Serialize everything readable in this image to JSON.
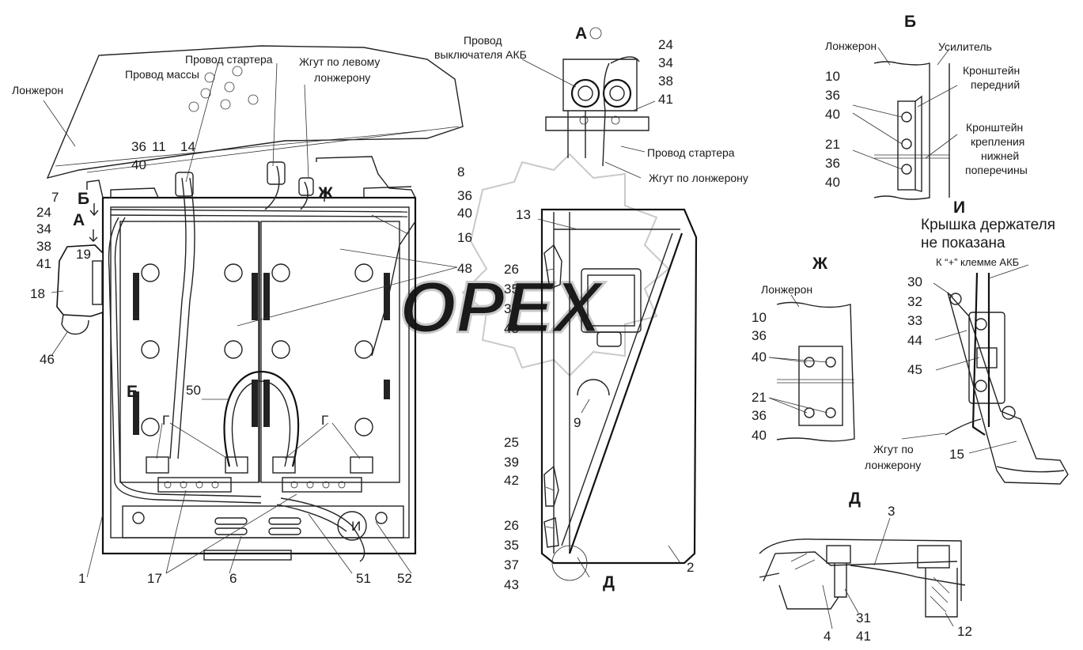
{
  "watermark": "OPEX",
  "views": {
    "A": "А",
    "B": "Б",
    "Zh": "Ж",
    "I": "И",
    "D": "Д"
  },
  "main_labels": {
    "lonzheron": "Лонжерон",
    "provod_startera": "Провод стартера",
    "provod_massy": "Провод массы",
    "zhgut_lev_1": "Жгут по левому",
    "zhgut_lev_2": "лонжерону",
    "marker_A": "А",
    "marker_B": "Б",
    "marker_Zh": "Ж",
    "marker_E": "Е",
    "marker_G1": "Г",
    "marker_G2": "Г",
    "marker_I": "И",
    "marker_D": "Д"
  },
  "main_numbers": {
    "n36": "36",
    "n40": "40",
    "n11": "11",
    "n14": "14",
    "n7": "7",
    "n24": "24",
    "n34": "34",
    "n38": "38",
    "n41": "41",
    "n19": "19",
    "n18": "18",
    "n46": "46",
    "n8": "8",
    "n36b": "36",
    "n40b": "40",
    "n16": "16",
    "n48": "48",
    "n50": "50",
    "n1": "1",
    "n17": "17",
    "n6": "6",
    "n51": "51",
    "n52": "52"
  },
  "side_labels": {
    "n13": "13",
    "n26": "26",
    "n35": "35",
    "n37": "37",
    "n43": "43",
    "n9": "9",
    "n25": "25",
    "n39": "39",
    "n42": "42",
    "n26b": "26",
    "n35b": "35",
    "n37b": "37",
    "n43b": "43",
    "n2": "2"
  },
  "view_A": {
    "provod_vykl_1": "Провод",
    "provod_vykl_2": "выключателя АКБ",
    "provod_startera": "Провод стартера",
    "zhgut": "Жгут по лонжерону",
    "n24": "24",
    "n34": "34",
    "n38": "38",
    "n41": "41"
  },
  "view_B": {
    "lonzheron": "Лонжерон",
    "usilitel": "Усилитель",
    "kr_per_1": "Кронштейн",
    "kr_per_2": "передний",
    "kr_kr_1": "Кронштейн",
    "kr_kr_2": "крепления",
    "kr_kr_3": "нижней",
    "kr_kr_4": "поперечины",
    "n10": "10",
    "n36": "36",
    "n40": "40",
    "n21": "21",
    "n36b": "36",
    "n40b": "40"
  },
  "view_Zh": {
    "lonzheron": "Лонжерон",
    "n10": "10",
    "n36": "36",
    "n40": "40",
    "n21": "21",
    "n36b": "36",
    "n40b": "40"
  },
  "view_I": {
    "note_1": "Крышка держателя",
    "note_2": "не показана",
    "klemma": "К “+” клемме АКБ",
    "zhgut_1": "Жгут по",
    "zhgut_2": "лонжерону",
    "n30": "30",
    "n32": "32",
    "n33": "33",
    "n44": "44",
    "n45": "45",
    "n15": "15"
  },
  "view_D": {
    "n3": "3",
    "n31": "31",
    "n41": "41",
    "n4": "4",
    "n12": "12"
  }
}
